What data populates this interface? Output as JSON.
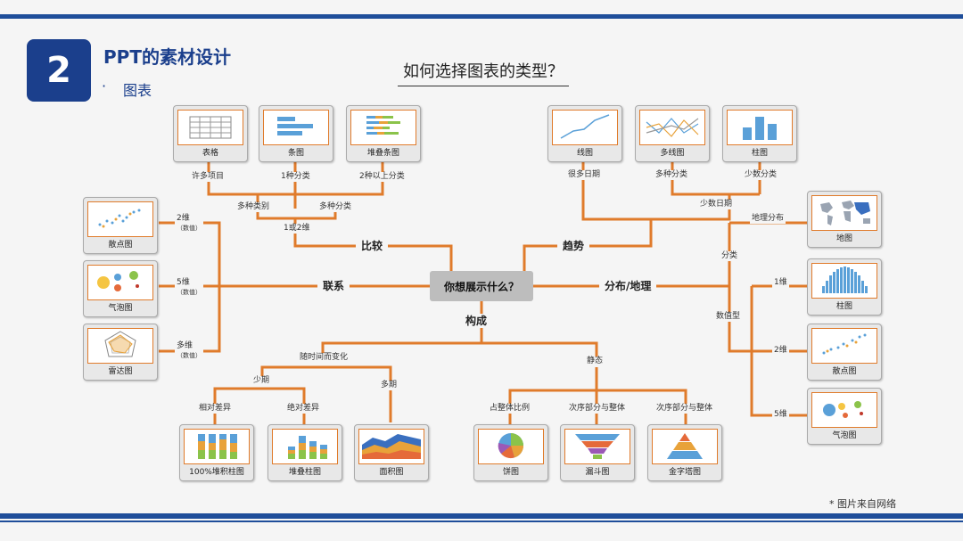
{
  "header": {
    "number": "2",
    "title": "PPT的素材设计",
    "bullet": "·",
    "subtitle": "图表"
  },
  "question": "如何选择图表的类型？",
  "center": "你想展示什么？",
  "branches": {
    "compare": "比较",
    "trend": "趋势",
    "relation": "联系",
    "distribution": "分布/地理",
    "composition": "构成"
  },
  "compare": {
    "many_items": "许多项目",
    "one_cat": "1种分类",
    "two_plus_cat": "2种以上分类",
    "many_cat": "多种类别",
    "multi_cat": "多种分类",
    "one_or_two": "1或2维"
  },
  "trend": {
    "many_dates": "很多日期",
    "multi_cat": "多种分类",
    "few_cat": "少数分类",
    "few_dates": "少数日期"
  },
  "relation": {
    "dim2": "2维",
    "dim5": "5维",
    "multi": "多维",
    "values": "（数值）"
  },
  "distribution": {
    "geo": "地理分布",
    "cls": "分类",
    "numeric": "数值型",
    "d1": "1维",
    "d2": "2维",
    "d5": "5维"
  },
  "composition": {
    "over_time": "随时间而变化",
    "static": "静态",
    "few_periods": "少期",
    "many_periods": "多期",
    "rel_diff": "相对差异",
    "abs_diff": "绝对差异",
    "share": "占整体比例",
    "part_whole1": "次序部分与整体",
    "part_whole2": "次序部分与整体"
  },
  "cards": {
    "table": "表格",
    "bar": "条图",
    "stacked_bar": "堆叠条图",
    "line": "线图",
    "multi_line": "多线图",
    "column": "柱图",
    "scatter": "散点图",
    "bubble": "气泡图",
    "radar": "雷达图",
    "map": "地图",
    "histogram": "柱图",
    "scatter2": "散点图",
    "bubble2": "气泡图",
    "pct_stacked": "100%堆积柱图",
    "stacked_col": "堆叠柱图",
    "area": "面积图",
    "pie": "饼图",
    "funnel": "漏斗图",
    "pyramid": "金字塔图"
  },
  "source": "* 图片来自网络",
  "colors": {
    "brand": "#1b3f8c",
    "connector": "#e07b2b"
  }
}
